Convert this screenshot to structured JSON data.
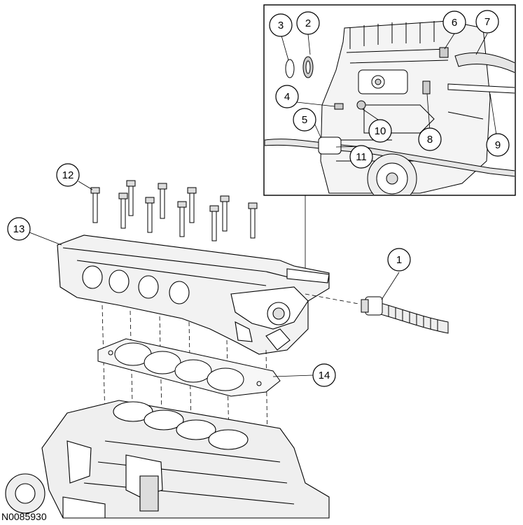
{
  "callouts": [
    {
      "n": "1"
    },
    {
      "n": "2"
    },
    {
      "n": "3"
    },
    {
      "n": "4"
    },
    {
      "n": "5"
    },
    {
      "n": "6"
    },
    {
      "n": "7"
    },
    {
      "n": "8"
    },
    {
      "n": "9"
    },
    {
      "n": "10"
    },
    {
      "n": "11"
    },
    {
      "n": "12"
    },
    {
      "n": "13"
    },
    {
      "n": "14"
    }
  ],
  "figure_ref": "N0085930"
}
